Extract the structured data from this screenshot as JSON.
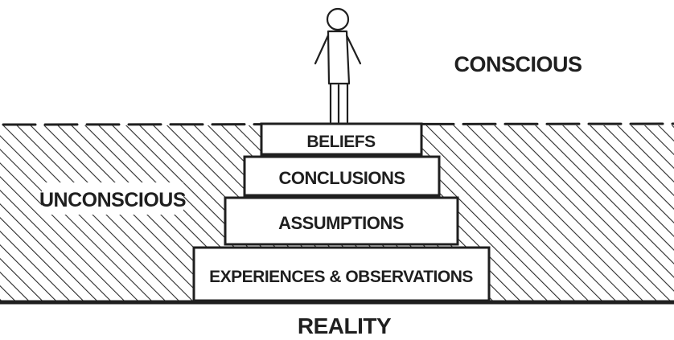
{
  "labels": {
    "conscious": "CONSCIOUS",
    "unconscious": "UNCONSCIOUS",
    "reality": "REALITY"
  },
  "steps": [
    {
      "label": "BELIEFS"
    },
    {
      "label": "CONCLUSIONS"
    },
    {
      "label": "ASSUMPTIONS"
    },
    {
      "label": "EXPERIENCES & OBSERVATIONS"
    }
  ],
  "colors": {
    "ink": "#1f1f1f",
    "background": "#ffffff"
  }
}
